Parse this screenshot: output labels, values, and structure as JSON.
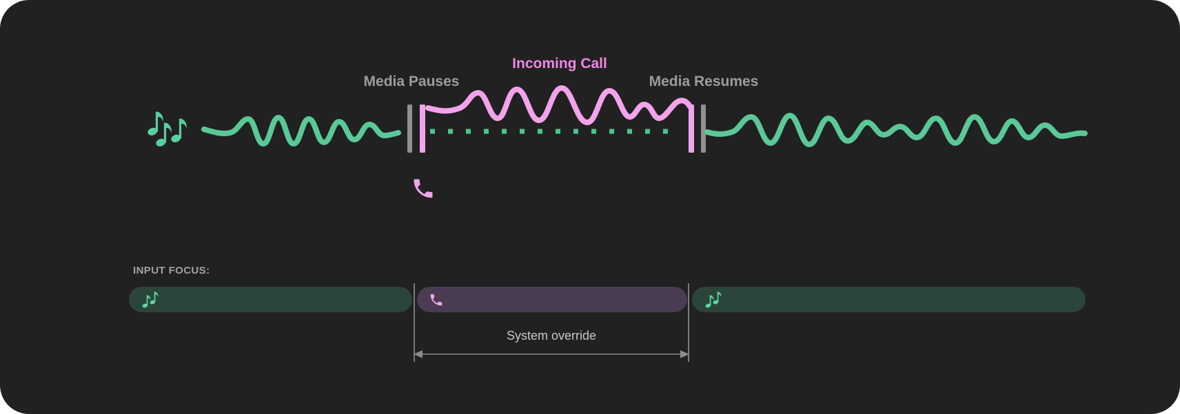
{
  "timeline": {
    "media_pauses_label": "Media Pauses",
    "incoming_call_label": "Incoming Call",
    "media_resumes_label": "Media Resumes",
    "icons": {
      "media": "music-notes-icon",
      "call": "phone-icon",
      "pause_marker": "pause-bars-icon",
      "resume_marker": "resume-bars-icon"
    }
  },
  "input_focus": {
    "heading": "INPUT FOCUS:",
    "annotation": "System override",
    "segments": [
      {
        "id": "media-before",
        "icon": "music-notes-icon"
      },
      {
        "id": "call-override",
        "icon": "phone-icon"
      },
      {
        "id": "media-after",
        "icon": "music-notes-icon"
      }
    ]
  },
  "colors": {
    "panel_background": "#212121",
    "media_green": "#5ac897",
    "media_dots_green": "#4fc48e",
    "media_segment_green": "#2c453a",
    "call_pink": "#f2a3eb",
    "call_label_pink": "#ef87e4",
    "call_segment_purple": "#4a3c52",
    "marker_gray": "#909090",
    "label_gray": "#9c9c9c",
    "annotation_gray": "#c9c9c9"
  }
}
